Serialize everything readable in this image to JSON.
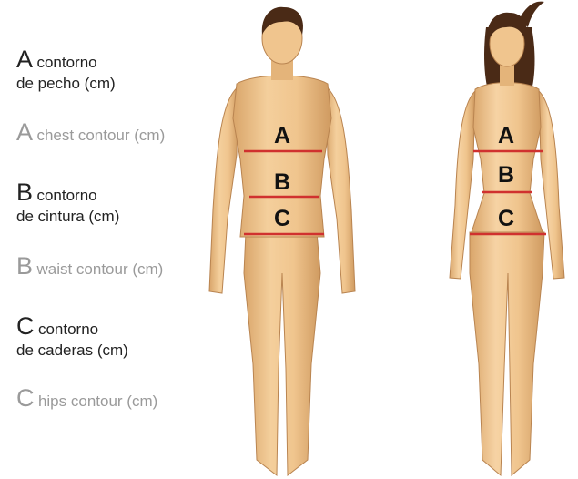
{
  "legend": [
    {
      "letter": "A",
      "text": "contorno",
      "text2": "de pecho (cm)",
      "lang": "es"
    },
    {
      "letter": "A",
      "text": "chest contour (cm)",
      "lang": "en"
    },
    {
      "letter": "B",
      "text": "contorno",
      "text2": "de cintura (cm)",
      "lang": "es"
    },
    {
      "letter": "B",
      "text": "waist contour (cm)",
      "lang": "en"
    },
    {
      "letter": "C",
      "text": "contorno",
      "text2": "de caderas (cm)",
      "lang": "es"
    },
    {
      "letter": "C",
      "text": "hips contour (cm)",
      "lang": "en"
    }
  ],
  "figures": {
    "male": {
      "labels": [
        "A",
        "B",
        "C"
      ]
    },
    "female": {
      "labels": [
        "A",
        "B",
        "C"
      ]
    }
  },
  "colors": {
    "skin": "#f0c58e",
    "skin_shadow": "#d9a56a",
    "hair": "#4a2a16",
    "measure_line": "#d0312f"
  }
}
